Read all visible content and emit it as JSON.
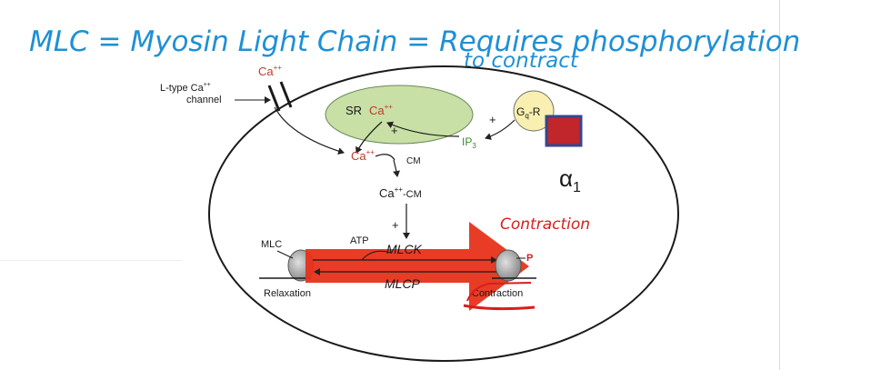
{
  "handwriting": {
    "line1": "MLC = Myosin Light Chain = Requires phosphorylation",
    "line2": "to contract",
    "contraction_note": "Contraction",
    "alpha_symbol": "α",
    "alpha_subscript": "1"
  },
  "diagram": {
    "ca_top": "Ca",
    "ca_top_sup": "++",
    "l_type_line1": "L-type Ca",
    "l_type_sup": "++",
    "l_type_line2": "channel",
    "sr": "SR",
    "ca_sr": "Ca",
    "ca_sr_sup": "++",
    "plus_sr": "+",
    "gq_r_prefix": "G",
    "gq_r_sub": "q",
    "gq_r_suffix": "-R",
    "plus_gq": "+",
    "ip3": "IP",
    "ip3_sub": "3",
    "ca_mid": "Ca",
    "ca_mid_sup": "++",
    "cm": "CM",
    "ca_cm": "Ca",
    "ca_cm_sup": "++",
    "ca_cm_suffix": "-CM",
    "plus_mlck": "+",
    "atp": "ATP",
    "mlck": "MLCK",
    "mlcp": "MLCP",
    "mlc": "MLC",
    "p": "P",
    "relaxation": "Relaxation",
    "contraction": "Contraction"
  },
  "colors": {
    "handwriting_blue": "#1e90d6",
    "annotation_red": "#d81e1e",
    "arrow_red": "#e8321a",
    "sr_fill": "#c8dfa6",
    "gq_fill": "#f8efb0",
    "receptor_fill": "#c0262a",
    "receptor_border": "#34478f",
    "ca_red": "#c0392b",
    "ip3_green": "#3a8a2f"
  }
}
